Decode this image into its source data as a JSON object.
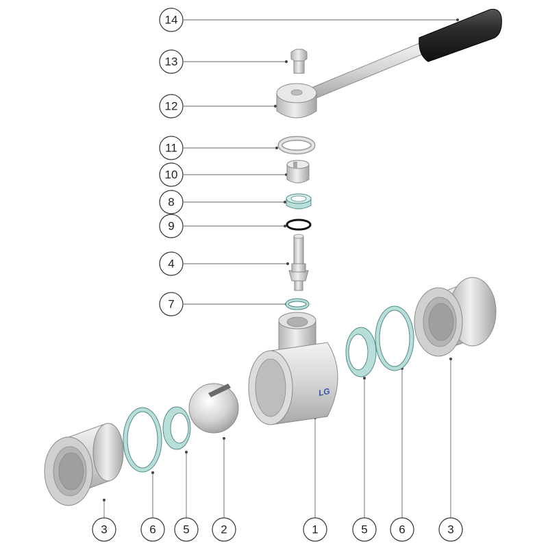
{
  "callouts": [
    {
      "label": "14"
    },
    {
      "label": "13"
    },
    {
      "label": "12"
    },
    {
      "label": "11"
    },
    {
      "label": "10"
    },
    {
      "label": "8"
    },
    {
      "label": "9"
    },
    {
      "label": "4"
    },
    {
      "label": "7"
    },
    {
      "label": "3"
    },
    {
      "label": "6"
    },
    {
      "label": "5"
    },
    {
      "label": "2"
    },
    {
      "label": "1"
    },
    {
      "label": "5"
    },
    {
      "label": "6"
    },
    {
      "label": "3"
    }
  ],
  "body_logo": "LG",
  "colors": {
    "metal": "#d8d8d8",
    "metal_dark": "#a9a9a9",
    "seal": "#b9ddd8",
    "seal_stroke": "#4f8c86",
    "handle_grip": "#2a2a2a",
    "oring": "#111111",
    "logo": "#3355aa"
  }
}
